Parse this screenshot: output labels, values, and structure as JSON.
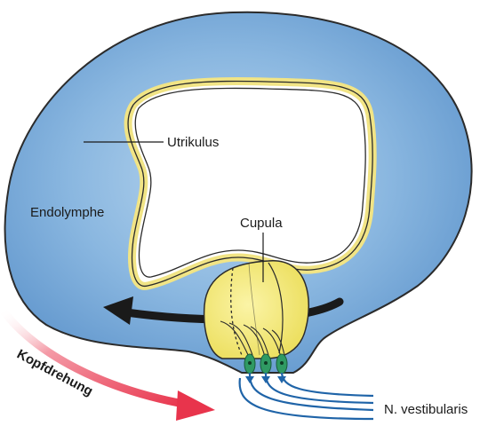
{
  "labels": {
    "utrikulus": "Utrikulus",
    "endolymphe": "Endolymphe",
    "cupula": "Cupula",
    "kopfdrehung": "Kopfdrehung",
    "nerve": "N. vestibularis"
  },
  "colors": {
    "fluid": "#74a6d6",
    "cupula": "#f3e87a",
    "hair_cells": "#2f9a63",
    "nerve_fibers": "#1f64a8",
    "head_turn_arrow": "#e8344c",
    "flow_arrow": "#1a1a1a"
  }
}
